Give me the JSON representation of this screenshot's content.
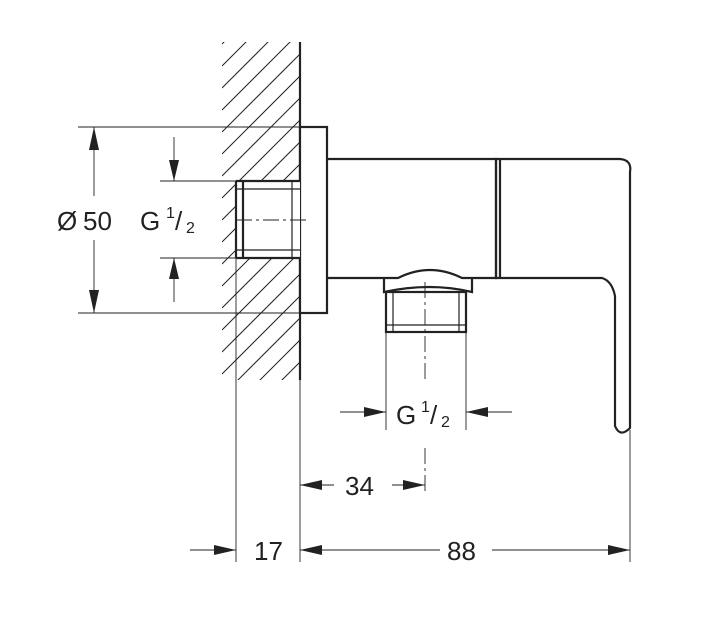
{
  "drawing": {
    "colors": {
      "line": "#222222",
      "background": "#ffffff"
    },
    "dimensions": {
      "diameter": {
        "symbol": "Ø",
        "value": "50"
      },
      "wall_thread": {
        "base": "G",
        "numerator": "1",
        "slash": "/",
        "denominator": "2"
      },
      "outlet_thread": {
        "base": "G",
        "numerator": "1",
        "slash": "/",
        "denominator": "2"
      },
      "outlet_offset": {
        "value": "34"
      },
      "wall_depth": {
        "value": "17"
      },
      "total_length": {
        "value": "88"
      }
    }
  }
}
